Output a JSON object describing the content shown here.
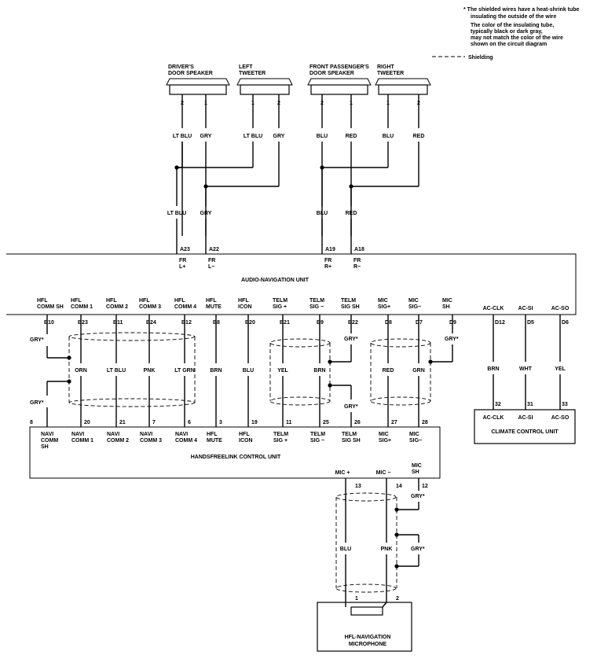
{
  "notes": {
    "line1": "* The shielded wires have a heat-shrink tube",
    "line2": "insulating the outside of the wire",
    "line3": "The color of the insulating tube,",
    "line4": "typically black or dark gray,",
    "line5": "may not match the color of the wire",
    "line6": "shown on the circuit diagram",
    "shielding": "Shielding"
  },
  "speakers": {
    "driver": [
      "DRIVER'S",
      "DOOR SPEAKER"
    ],
    "left_tweeter": [
      "LEFT",
      "TWEETER"
    ],
    "passenger": [
      "FRONT PASSENGER'S",
      "DOOR SPEAKER"
    ],
    "right_tweeter": [
      "RIGHT",
      "TWEETER"
    ]
  },
  "speaker_pins": [
    "2",
    "1",
    "1",
    "2",
    "2",
    "1",
    "1",
    "2"
  ],
  "speaker_wire_colors": [
    "LT BLU",
    "GRY",
    "LT BLU",
    "GRY",
    "BLU",
    "RED",
    "BLU",
    "RED"
  ],
  "unit_wire_colors": [
    "LT BLU",
    "GRY",
    "BLU",
    "RED"
  ],
  "unit_pins": [
    "A23",
    "A22",
    "A19",
    "A18"
  ],
  "unit_pin_labels": [
    [
      "FR",
      "L+"
    ],
    [
      "FR",
      "L−"
    ],
    [
      "FR",
      "R+"
    ],
    [
      "FR",
      "R−"
    ]
  ],
  "audio_unit_label": "AUDIO-NAVIGATION UNIT",
  "hfl_columns": [
    {
      "label": [
        "HFL",
        "COMM SH"
      ],
      "pin": "B10",
      "color": "",
      "hcu_pin": "8",
      "hcu_label": [
        "NAVI",
        "COMM",
        "SH"
      ]
    },
    {
      "label": [
        "HFL",
        "COMM 1"
      ],
      "pin": "B23",
      "color": "ORN",
      "hcu_pin": "20",
      "hcu_label": [
        "NAVI",
        "COMM 1"
      ]
    },
    {
      "label": [
        "HFL",
        "COMM 2"
      ],
      "pin": "B11",
      "color": "LT BLU",
      "hcu_pin": "21",
      "hcu_label": [
        "NAVI",
        "COMM 2"
      ]
    },
    {
      "label": [
        "HFL",
        "COMM 3"
      ],
      "pin": "B24",
      "color": "PNK",
      "hcu_pin": "7",
      "hcu_label": [
        "NAVI",
        "COMM 3"
      ]
    },
    {
      "label": [
        "HFL",
        "COMM 4"
      ],
      "pin": "B12",
      "color": "LT GRN",
      "hcu_pin": "6",
      "hcu_label": [
        "NAVI",
        "COMM 4"
      ]
    },
    {
      "label": [
        "HFL",
        "MUTE"
      ],
      "pin": "B8",
      "color": "BRN",
      "hcu_pin": "3",
      "hcu_label": [
        "HFL",
        "MUTE"
      ]
    },
    {
      "label": [
        "HFL",
        "ICON"
      ],
      "pin": "B20",
      "color": "BLU",
      "hcu_pin": "19",
      "hcu_label": [
        "HFL",
        "ICON"
      ]
    },
    {
      "label": [
        "TELM",
        "SIG +"
      ],
      "pin": "B21",
      "color": "YEL",
      "hcu_pin": "11",
      "hcu_label": [
        "TELM",
        "SIG +"
      ]
    },
    {
      "label": [
        "TELM",
        "SIG −"
      ],
      "pin": "B9",
      "color": "BRN",
      "hcu_pin": "25",
      "hcu_label": [
        "TELM",
        "SIG −"
      ]
    },
    {
      "label": [
        "TELM",
        "SIG SH"
      ],
      "pin": "B22",
      "color": "",
      "hcu_pin": "26",
      "hcu_label": [
        "TELM",
        "SIG SH"
      ]
    },
    {
      "label": [
        "MIC",
        "SIG+"
      ],
      "pin": "D8",
      "color": "RED",
      "hcu_pin": "27",
      "hcu_label": [
        "MIC",
        "SIG+"
      ]
    },
    {
      "label": [
        "MIC",
        "SIG−"
      ],
      "pin": "D7",
      "color": "GRN",
      "hcu_pin": "28",
      "hcu_label": [
        "MIC",
        "SIG−"
      ]
    },
    {
      "label": [
        "MIC",
        "SH"
      ],
      "pin": "D9",
      "color": "",
      "hcu_pin": "",
      "hcu_label": []
    }
  ],
  "gry_star": "GRY*",
  "climate": {
    "columns": [
      {
        "label": "AC-CLK",
        "pin": "D12",
        "color": "BRN",
        "cu_pin": "32"
      },
      {
        "label": "AC-SI",
        "pin": "D5",
        "color": "WHT",
        "cu_pin": "31"
      },
      {
        "label": "AC-SO",
        "pin": "D6",
        "color": "YEL",
        "cu_pin": "33"
      }
    ],
    "unit_label": "CLIMATE CONTROL UNIT"
  },
  "hcu_label": "HANDSFREELINK CONTROL UNIT",
  "hcu_mic_pins": [
    {
      "label": "MIC +",
      "pin": "13",
      "color": "BLU",
      "mic_pin": "1"
    },
    {
      "label": "MIC −",
      "pin": "14",
      "color": "PNK",
      "mic_pin": "2"
    }
  ],
  "hcu_mic_sh": {
    "label": [
      "MIC",
      "SH"
    ],
    "pin": "12"
  },
  "microphone_label": [
    "HFL-NAVIGATION",
    "MICROPHONE"
  ]
}
